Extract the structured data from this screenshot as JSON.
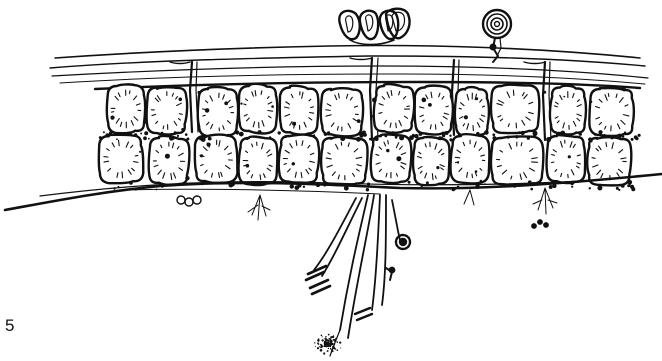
{
  "figure": {
    "number_label": "5",
    "ink_color": "#111111",
    "paper_color": "#ffffff",
    "rows": 2,
    "cells_per_row": 12
  }
}
